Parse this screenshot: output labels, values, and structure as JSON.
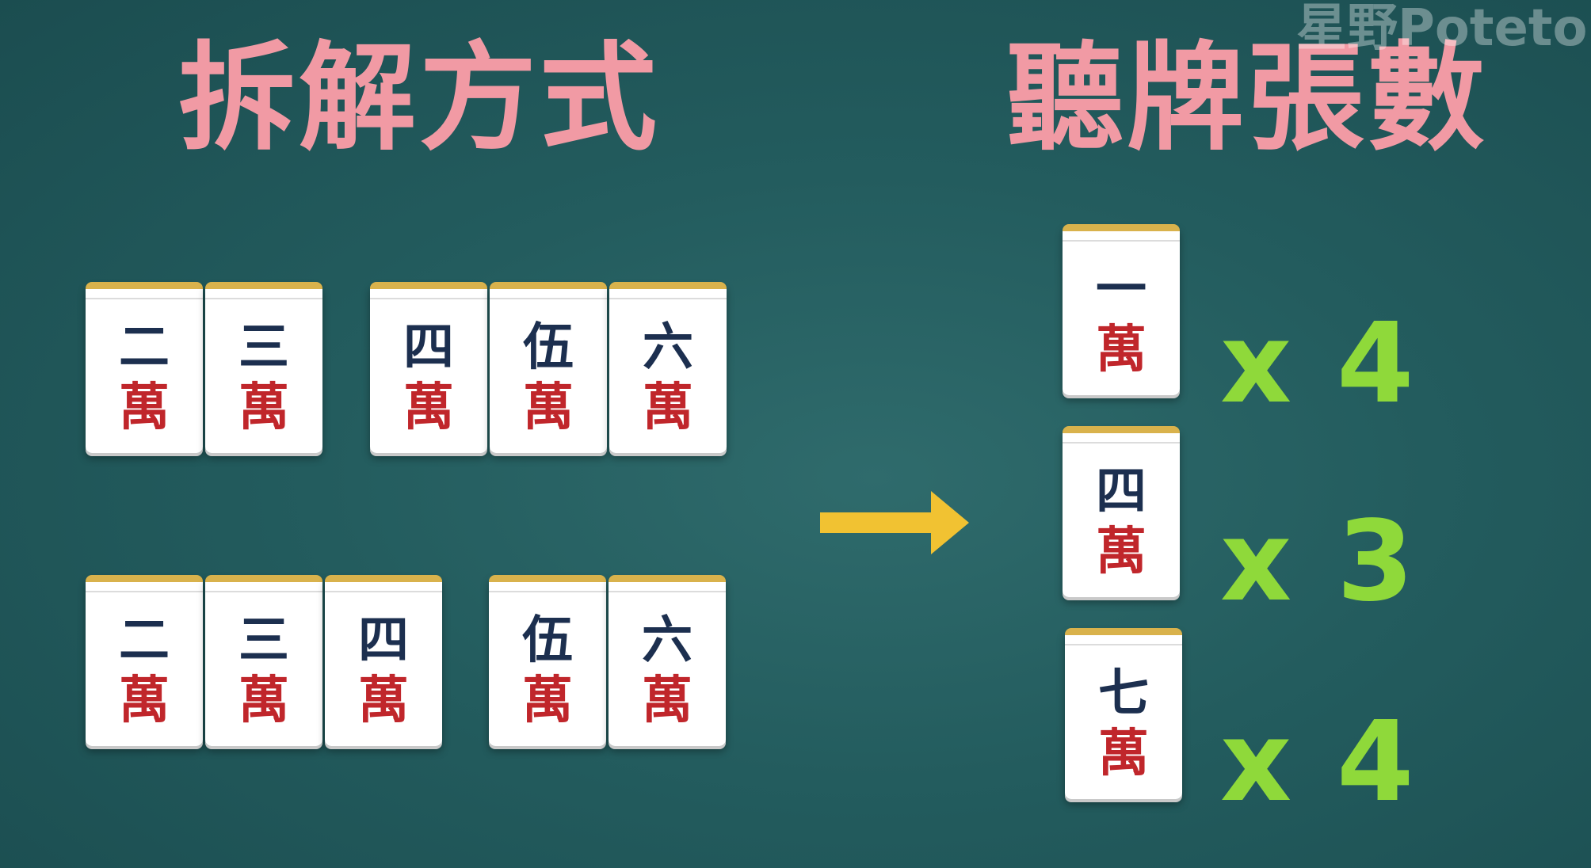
{
  "titles": {
    "left": "拆解方式",
    "right": "聽牌張數"
  },
  "watermark": "星野Poteto",
  "suit": "萬",
  "breakdown_rows": [
    {
      "groups": [
        [
          "二",
          "三"
        ],
        [
          "四",
          "伍",
          "六"
        ]
      ]
    },
    {
      "groups": [
        [
          "二",
          "三",
          "四"
        ],
        [
          "伍",
          "六"
        ]
      ]
    }
  ],
  "waits": [
    {
      "tile": "一",
      "count": "x 4"
    },
    {
      "tile": "四",
      "count": "x 3"
    },
    {
      "tile": "七",
      "count": "x 4"
    }
  ],
  "colors": {
    "title": "#f19aa4",
    "count": "#8fd93a",
    "arrow": "#f1c232",
    "tile_number": "#1c2f4f",
    "tile_suit": "#c0262b",
    "background": "#235c5e"
  },
  "icons": {
    "arrow": "right-arrow-icon"
  }
}
